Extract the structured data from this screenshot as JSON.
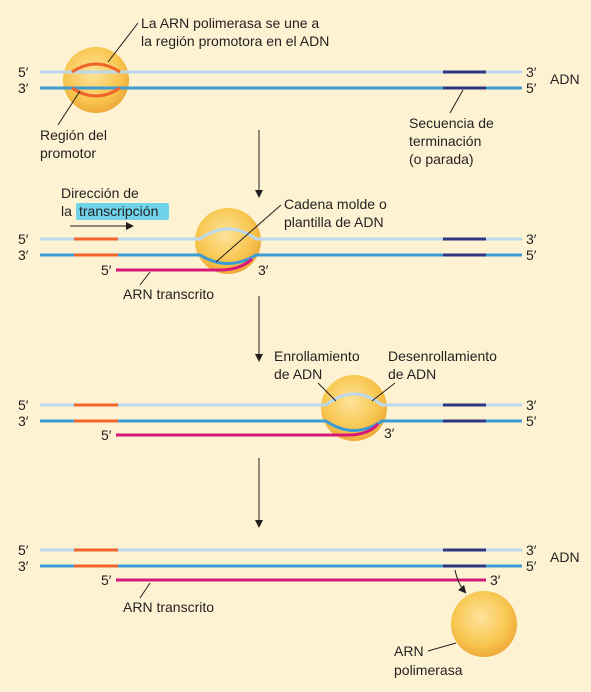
{
  "panel1": {
    "caption_line1": "La ARN polimerasa se une a",
    "caption_line2": "la región promotora en el ADN",
    "top_left": "5′",
    "bottom_left": "3′",
    "top_right": "3′",
    "bottom_right": "5′",
    "adn_label": "ADN",
    "promoter_line1": "Región del",
    "promoter_line2": "promotor",
    "term_line1": "Secuencia de",
    "term_line2": "terminación",
    "term_line3": "(o parada)"
  },
  "panel2": {
    "dir_line1": "Dirección de",
    "dir_line2_prefix": "la",
    "dir_line2_highlight": "transcripción",
    "template_line1": "Cadena molde o",
    "template_line2": "plantilla de ADN",
    "top_left": "5′",
    "bottom_left": "3′",
    "top_right": "3′",
    "bottom_right": "5′",
    "rna_5": "5′",
    "rna_3": "3′",
    "rna_label": "ARN transcrito"
  },
  "panel3": {
    "rewind_line1": "Enrollamiento",
    "rewind_line2": "de ADN",
    "unwind_line1": "Desenrollamiento",
    "unwind_line2": "de ADN",
    "top_left": "5′",
    "bottom_left": "3′",
    "top_right": "3′",
    "bottom_right": "5′",
    "rna_5": "5′",
    "rna_3": "3′"
  },
  "panel4": {
    "top_left": "5′",
    "bottom_left": "3′",
    "top_right": "3′",
    "bottom_right": "5′",
    "adn_label": "ADN",
    "rna_5": "5′",
    "rna_3": "3′",
    "rna_label": "ARN transcrito",
    "pol_line1": "ARN",
    "pol_line2": "polimerasa"
  },
  "colors": {
    "background": "#fdf3d2",
    "strand_top": "#bcd8ef",
    "strand_bottom": "#3a9bd5",
    "promoter": "#f0642a",
    "terminator": "#2e3583",
    "rna": "#d6187a",
    "polymerase": "#f7c44f",
    "highlight": "#6fd3ea"
  }
}
